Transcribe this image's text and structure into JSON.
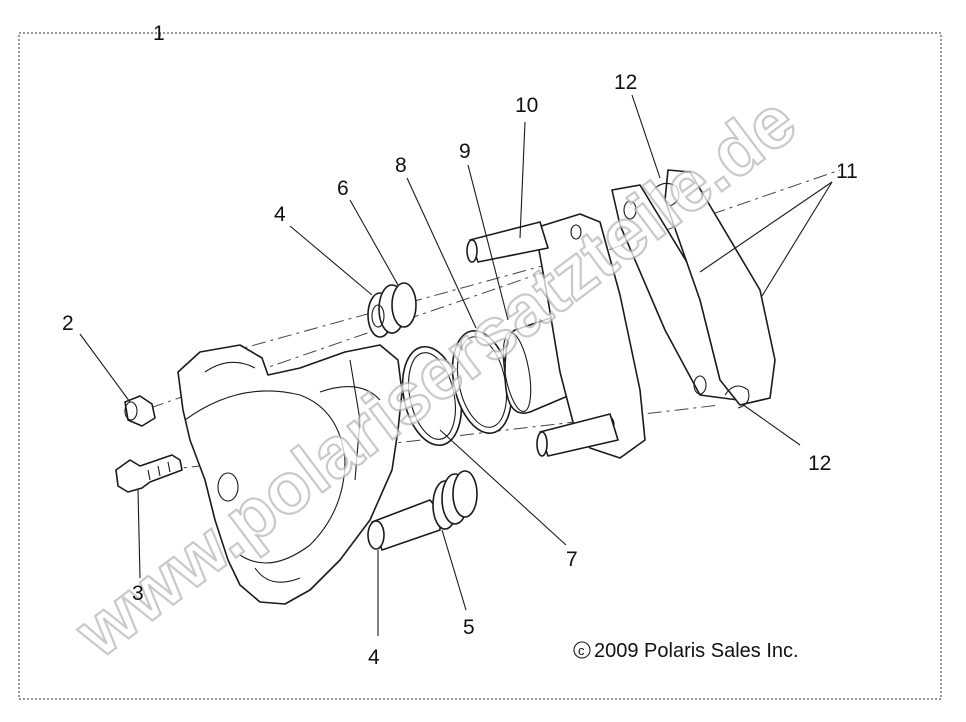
{
  "diagram": {
    "callouts": {
      "c1": "1",
      "c2": "2",
      "c3": "3",
      "c4_top": "4",
      "c4_bottom": "4",
      "c5": "5",
      "c6": "6",
      "c7": "7",
      "c8": "8",
      "c9": "9",
      "c10": "10",
      "c11": "11",
      "c12_top": "12",
      "c12_bottom": "12"
    },
    "copyright_text": "2009 Polaris Sales Inc.",
    "copyright_symbol": "c",
    "watermark": "www.polarisersatzteile.de"
  },
  "colors": {
    "line": "#1a1a1a",
    "watermark_outline": "#b8b8b8",
    "background": "#ffffff"
  }
}
